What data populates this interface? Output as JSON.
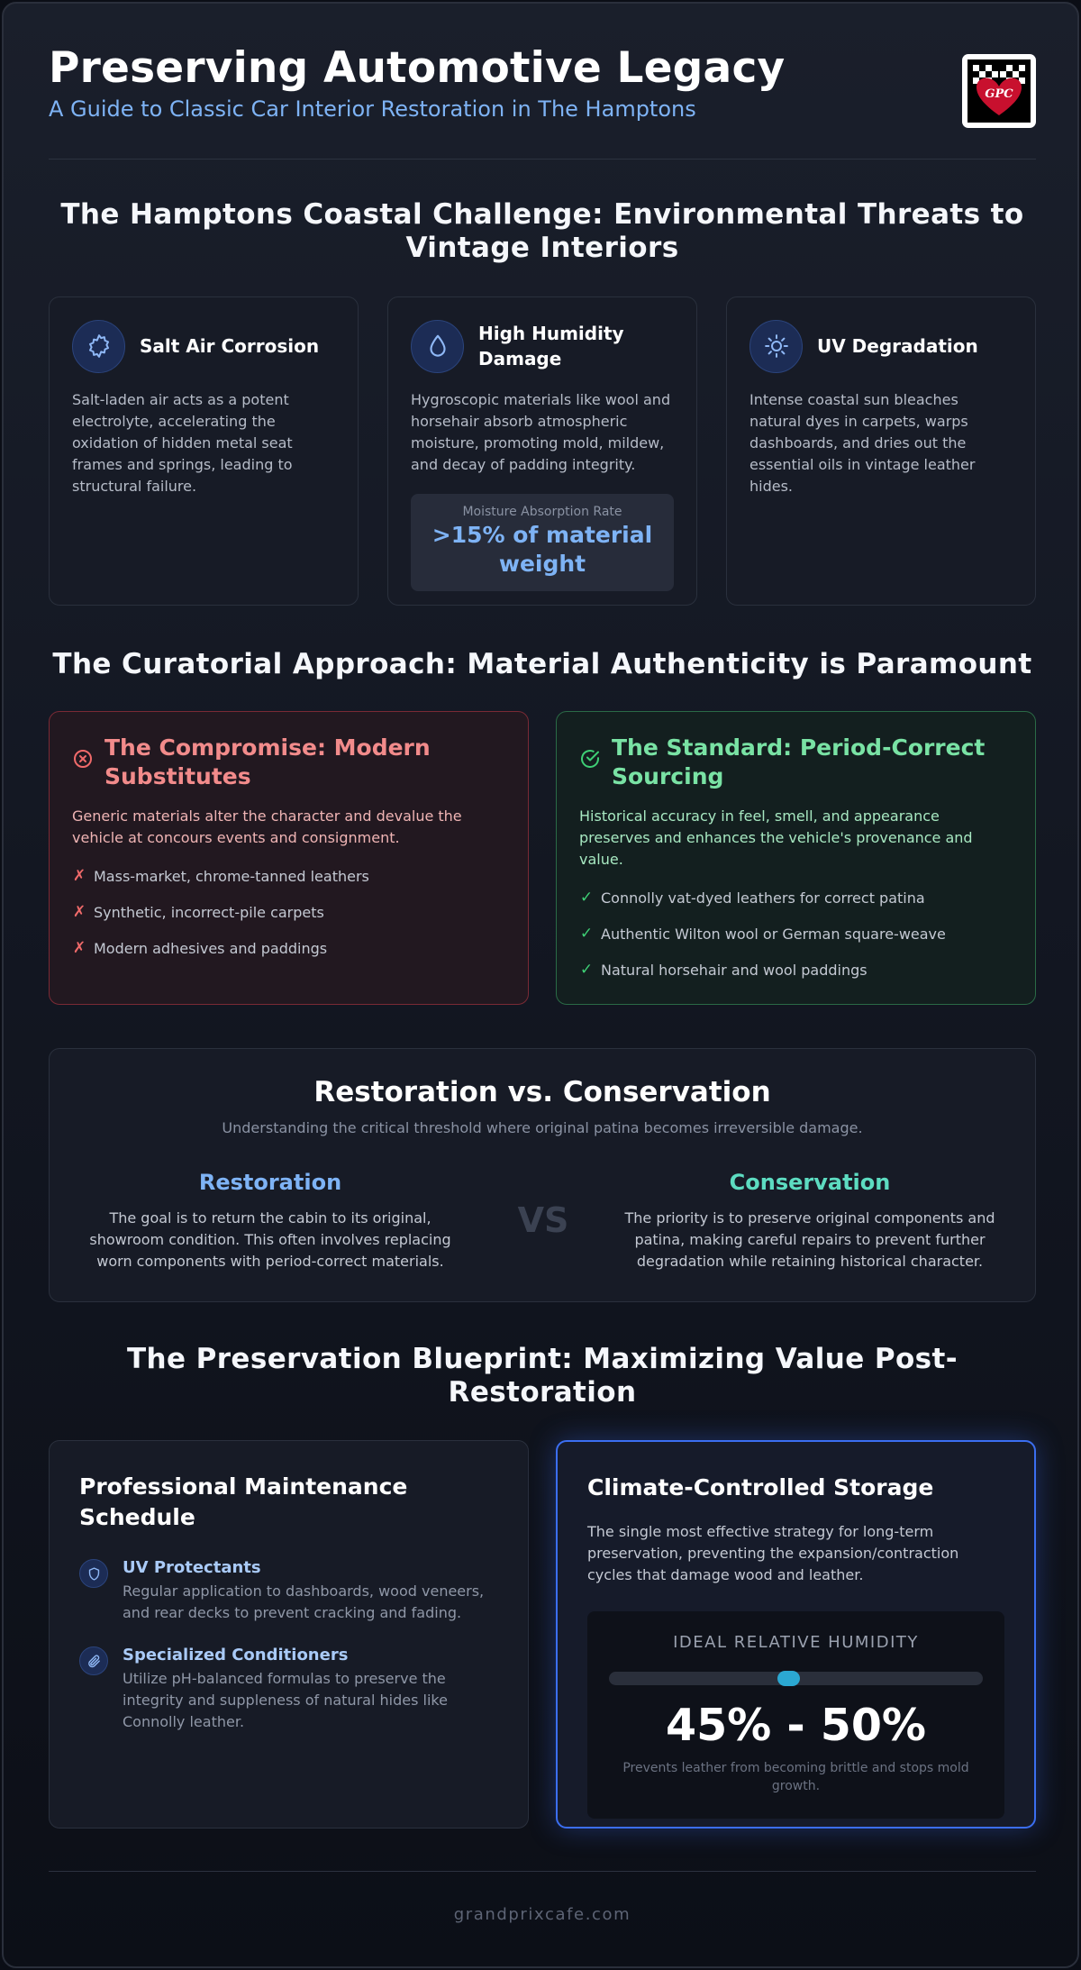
{
  "header": {
    "title": "Preserving Automotive Legacy",
    "subtitle": "A Guide to Classic Car Interior Restoration in The Hamptons",
    "logo_text": "GPC"
  },
  "threats": {
    "title": "The Hamptons Coastal Challenge: Environmental Threats to Vintage Interiors",
    "cards": [
      {
        "icon": "gear-icon",
        "title": "Salt Air Corrosion",
        "text": "Salt-laden air acts as a potent electrolyte, accelerating the oxidation of hidden metal seat frames and springs, leading to structural failure."
      },
      {
        "icon": "droplet-icon",
        "title": "High Humidity Damage",
        "text": "Hygroscopic materials like wool and horsehair absorb atmospheric moisture, promoting mold, mildew, and decay of padding integrity.",
        "stat_label": "Moisture Absorption Rate",
        "stat_value": ">15% of material weight"
      },
      {
        "icon": "sun-icon",
        "title": "UV Degradation",
        "text": "Intense coastal sun bleaches natural dyes in carpets, warps dashboards, and dries out the essential oils in vintage leather hides."
      }
    ]
  },
  "curatorial": {
    "title": "The Curatorial Approach: Material Authenticity is Paramount",
    "compromise": {
      "title": "The Compromise: Modern Substitutes",
      "text": "Generic materials alter the character and devalue the vehicle at concours events and consignment.",
      "mark": "✗",
      "items": [
        "Mass-market, chrome-tanned leathers",
        "Synthetic, incorrect-pile carpets",
        "Modern adhesives and paddings"
      ]
    },
    "standard": {
      "title": "The Standard: Period-Correct Sourcing",
      "text": "Historical accuracy in feel, smell, and appearance preserves and enhances the vehicle's provenance and value.",
      "mark": "✓",
      "items": [
        "Connolly vat-dyed leathers for correct patina",
        "Authentic Wilton wool or German square-weave",
        "Natural horsehair and wool paddings"
      ]
    }
  },
  "rvc": {
    "title": "Restoration vs. Conservation",
    "subtitle": "Understanding the critical threshold where original patina becomes irreversible damage.",
    "vs": "VS",
    "restoration": {
      "title": "Restoration",
      "text": "The goal is to return the cabin to its original, showroom condition. This often involves replacing worn components with period-correct materials."
    },
    "conservation": {
      "title": "Conservation",
      "text": "The priority is to preserve original components and patina, making careful repairs to prevent further degradation while retaining historical character."
    }
  },
  "blueprint": {
    "title": "The Preservation Blueprint: Maximizing Value Post-Restoration",
    "maintenance": {
      "title": "Professional Maintenance Schedule",
      "items": [
        {
          "icon": "shield-icon",
          "title": "UV Protectants",
          "text": "Regular application to dashboards, wood veneers, and rear decks to prevent cracking and fading."
        },
        {
          "icon": "paperclip-icon",
          "title": "Specialized Conditioners",
          "text": "Utilize pH-balanced formulas to preserve the integrity and suppleness of natural hides like Connolly leather."
        }
      ]
    },
    "storage": {
      "title": "Climate-Controlled Storage",
      "text": "The single most effective strategy for long-term preservation, preventing the expansion/contraction cycles that damage wood and leather.",
      "humidity_label": "IDEAL RELATIVE HUMIDITY",
      "humidity_min_percent": 45,
      "humidity_max_percent": 50,
      "humidity_value": "45% - 50%",
      "humidity_note": "Prevents leather from becoming brittle and stops mold growth."
    }
  },
  "footer": {
    "text": "grandprixcafe.com"
  },
  "colors": {
    "accent_blue": "#7eb3f5",
    "danger_red": "#f28b8b",
    "success_green": "#79e2a4",
    "teal": "#5ddcc1",
    "highlight_border": "#3b6ef0"
  }
}
